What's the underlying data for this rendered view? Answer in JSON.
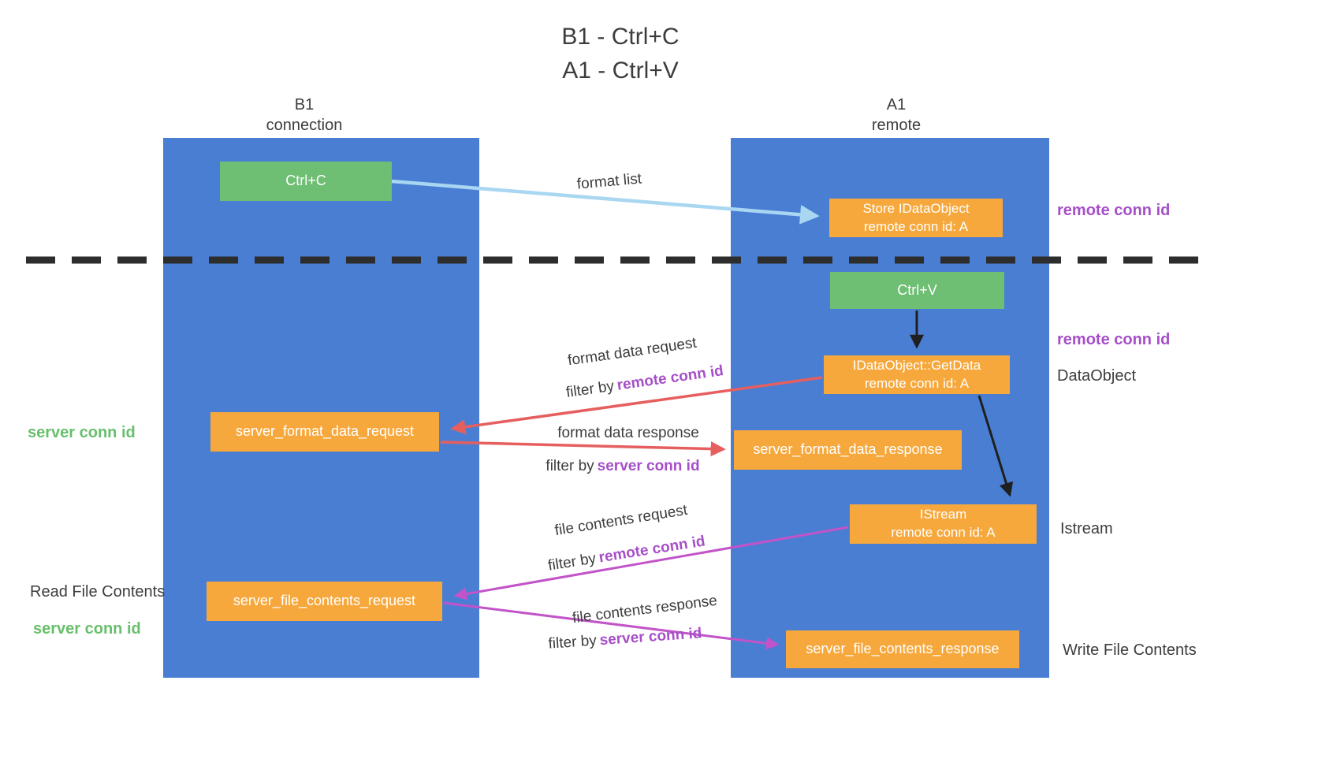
{
  "title": {
    "line1": "B1 - Ctrl+C",
    "line2": "A1 - Ctrl+V"
  },
  "lanes": {
    "left": {
      "name": "B1",
      "subtitle": "connection"
    },
    "right": {
      "name": "A1",
      "subtitle": "remote"
    }
  },
  "boxes": {
    "ctrl_c": {
      "label": "Ctrl+C"
    },
    "store_idataobject": {
      "line1": "Store IDataObject",
      "line2": "remote conn id: A"
    },
    "ctrl_v": {
      "label": "Ctrl+V"
    },
    "getdata": {
      "line1": "IDataObject::GetData",
      "line2": "remote conn id: A"
    },
    "server_format_data_request": {
      "label": "server_format_data_request"
    },
    "server_format_data_response": {
      "label": "server_format_data_response"
    },
    "istream": {
      "line1": "IStream",
      "line2": "remote conn id: A"
    },
    "server_file_contents_request": {
      "label": "server_file_contents_request"
    },
    "server_file_contents_response": {
      "label": "server_file_contents_response"
    }
  },
  "arrow_labels": {
    "format_list": "format list",
    "format_data_request": "format data request",
    "format_data_response": "format data response",
    "file_contents_request": "file contents request",
    "file_contents_response": "file contents response",
    "filter_by": "filter by",
    "remote_conn_id": "remote conn id",
    "server_conn_id": "server conn id"
  },
  "side_labels": {
    "remote_conn_id_top": "remote conn id",
    "remote_conn_id_mid": "remote conn id",
    "dataobject": "DataObject",
    "istream": "Istream",
    "write_file_contents": "Write File Contents",
    "read_file_contents": "Read File Contents",
    "server_conn_id_upper": "server conn id",
    "server_conn_id_lower": "server conn id"
  },
  "colors": {
    "lane_blue": "#4a7ed3",
    "box_green": "#6ebe73",
    "box_orange": "#f7a83c",
    "arrow_light_blue": "#a9d7f2",
    "arrow_red": "#e65f5f",
    "arrow_purple": "#c253c9",
    "arrow_black": "#1f1f1f",
    "accent_purple": "#a64fc8",
    "accent_green": "#67bf6b"
  }
}
